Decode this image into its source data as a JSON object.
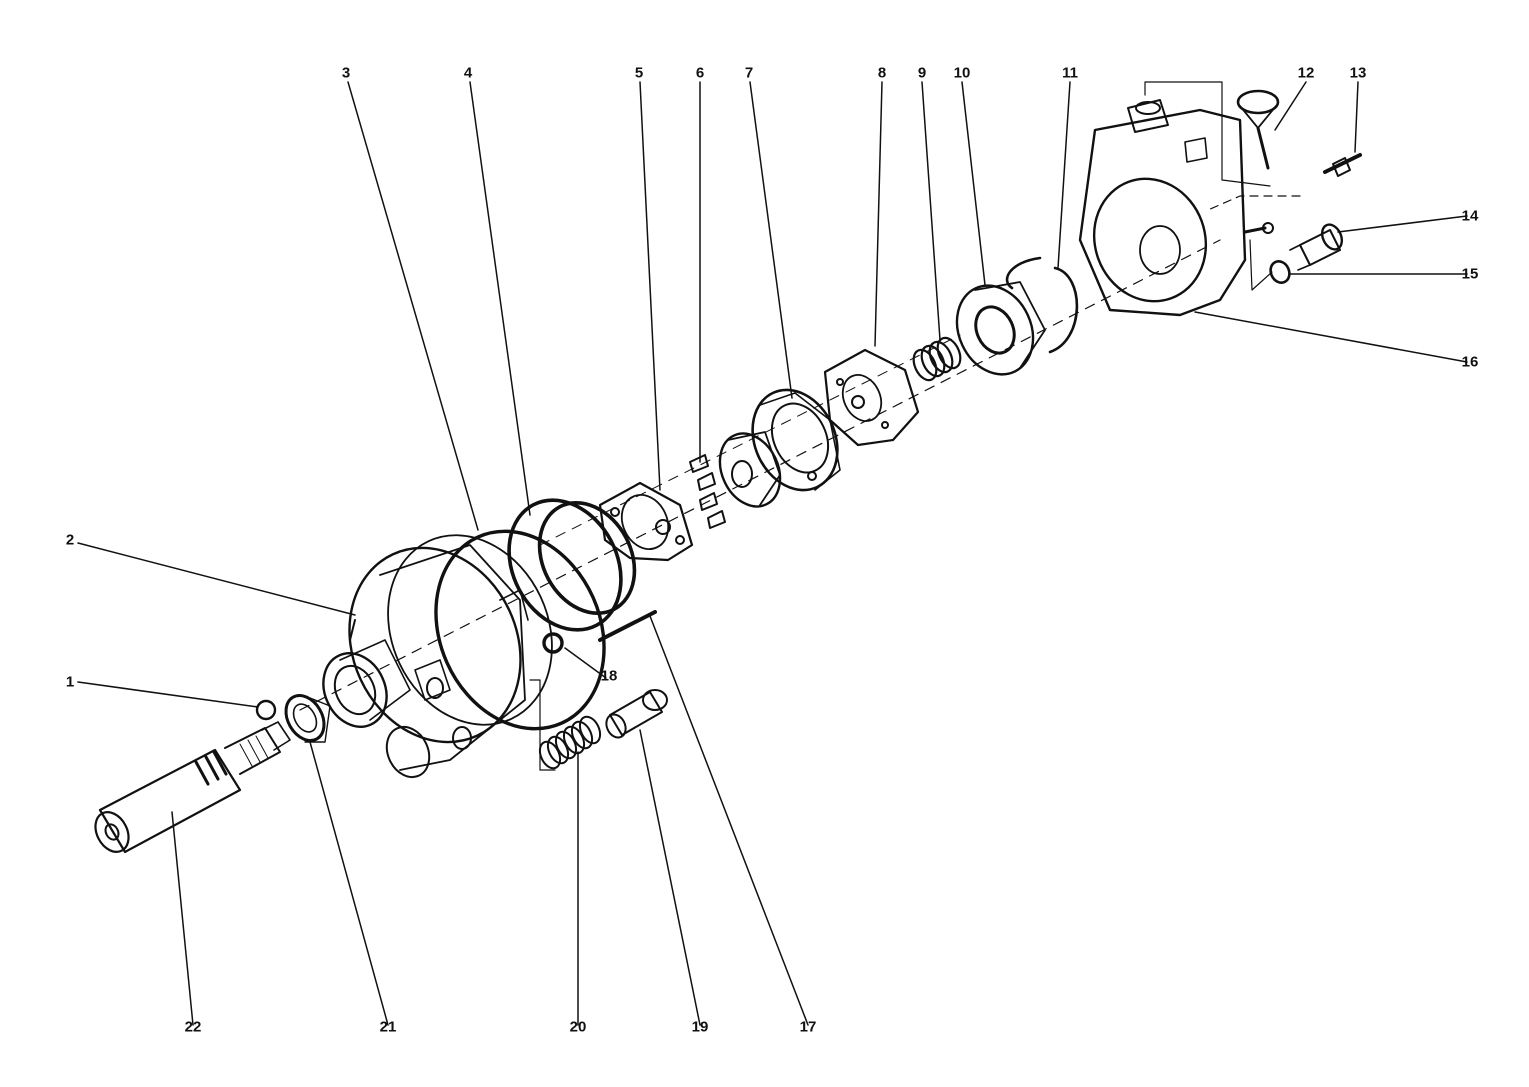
{
  "figure": {
    "ink_color": "#111111",
    "background": "#ffffff"
  },
  "callouts": [
    {
      "id": "1",
      "label": "1"
    },
    {
      "id": "2",
      "label": "2"
    },
    {
      "id": "3",
      "label": "3"
    },
    {
      "id": "4",
      "label": "4"
    },
    {
      "id": "5",
      "label": "5"
    },
    {
      "id": "6",
      "label": "6"
    },
    {
      "id": "7",
      "label": "7"
    },
    {
      "id": "8",
      "label": "8"
    },
    {
      "id": "9",
      "label": "9"
    },
    {
      "id": "10",
      "label": "10"
    },
    {
      "id": "11",
      "label": "11"
    },
    {
      "id": "12",
      "label": "12"
    },
    {
      "id": "13",
      "label": "13"
    },
    {
      "id": "14",
      "label": "14"
    },
    {
      "id": "15",
      "label": "15"
    },
    {
      "id": "16",
      "label": "16"
    },
    {
      "id": "17",
      "label": "17"
    },
    {
      "id": "18",
      "label": "18"
    },
    {
      "id": "19",
      "label": "19"
    },
    {
      "id": "20",
      "label": "20"
    },
    {
      "id": "21",
      "label": "21"
    },
    {
      "id": "22",
      "label": "22"
    }
  ]
}
